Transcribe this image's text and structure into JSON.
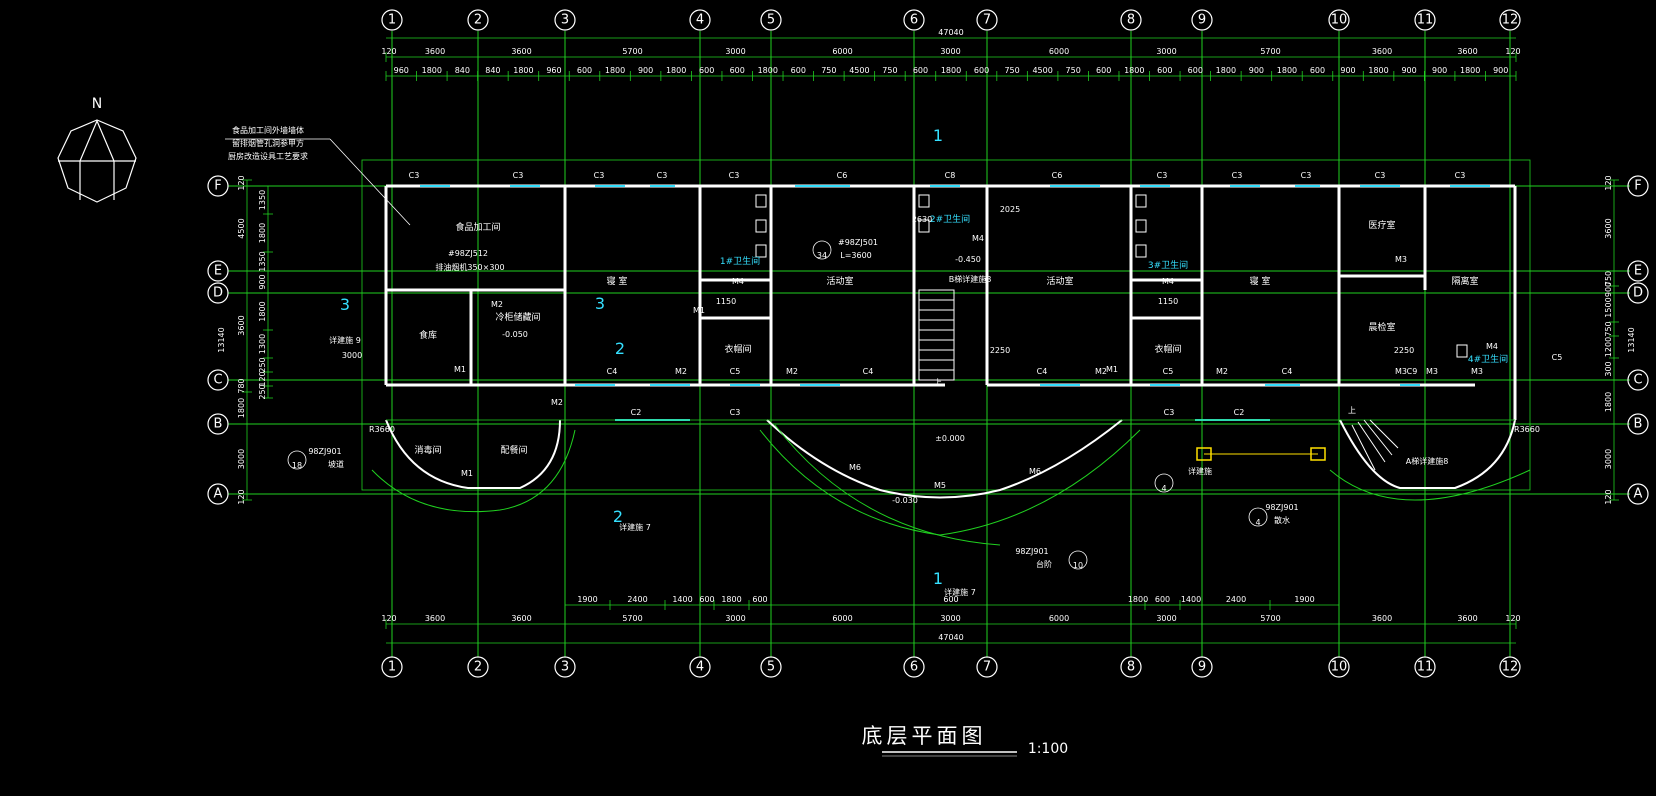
{
  "drawing": {
    "title": "底层平面图",
    "scale": "1:100",
    "north_label": "N",
    "total_dimension": "47040"
  },
  "axes": {
    "columns": [
      {
        "label": "1"
      },
      {
        "label": "2"
      },
      {
        "label": "3"
      },
      {
        "label": "4"
      },
      {
        "label": "5"
      },
      {
        "label": "6"
      },
      {
        "label": "7"
      },
      {
        "label": "8"
      },
      {
        "label": "9"
      },
      {
        "label": "10"
      },
      {
        "label": "11"
      },
      {
        "label": "12"
      }
    ],
    "rows": [
      {
        "label": "F"
      },
      {
        "label": "E"
      },
      {
        "label": "D"
      },
      {
        "label": "C"
      },
      {
        "label": "B"
      },
      {
        "label": "A"
      }
    ]
  },
  "dimensions": {
    "top_spans": [
      "120",
      "3600",
      "3600",
      "5700",
      "3000",
      "6000",
      "3000",
      "6000",
      "3000",
      "5700",
      "3600",
      "3600",
      "120"
    ],
    "top_details": [
      "960",
      "1800",
      "840",
      "840",
      "1800",
      "960",
      "600",
      "1800",
      "900",
      "1800",
      "600",
      "600",
      "1800",
      "600",
      "750",
      "4500",
      "750",
      "600",
      "1800",
      "600",
      "750",
      "4500",
      "750",
      "600",
      "1800",
      "600",
      "600",
      "1800",
      "900",
      "1800",
      "600",
      "900",
      "1800",
      "900",
      "900",
      "1800",
      "900"
    ],
    "bottom_spans": [
      "120",
      "3600",
      "3600",
      "5700",
      "3000",
      "6000",
      "3000",
      "6000",
      "3000",
      "5700",
      "3600",
      "3600",
      "120"
    ],
    "bottom_details": [
      "1900",
      "2400",
      "1400",
      "600",
      "1800",
      "600",
      "600",
      "1800",
      "600",
      "1400",
      "2400",
      "1900"
    ],
    "left_spans": [
      "120",
      "4500",
      "3600",
      "780",
      "1800",
      "3000",
      "120"
    ],
    "left_details": [
      "1350",
      "1800",
      "1350",
      "900",
      "1800",
      "1300",
      "250",
      "120",
      "250"
    ],
    "left_total": "13140",
    "right_spans": [
      "120",
      "3600",
      "750",
      "900",
      "1500",
      "750",
      "1200",
      "300",
      "1800",
      "3000",
      "120"
    ],
    "right_total": "13140"
  },
  "rooms": [
    {
      "label": "食品加工间"
    },
    {
      "label": "寝 室"
    },
    {
      "label": "活动室"
    },
    {
      "label": "活动室"
    },
    {
      "label": "寝 室"
    },
    {
      "label": "医疗室"
    },
    {
      "label": "隔离室"
    },
    {
      "label": "晨检室"
    },
    {
      "label": "食库"
    },
    {
      "label": "冷柜储藏间"
    },
    {
      "label": "衣帽间"
    },
    {
      "label": "衣帽间"
    },
    {
      "label": "消毒间"
    },
    {
      "label": "配餐间"
    },
    {
      "label": "1#卫生间"
    },
    {
      "label": "2#卫生间"
    },
    {
      "label": "3#卫生间"
    },
    {
      "label": "4#卫生间"
    }
  ],
  "openings": {
    "windows": [
      "C3",
      "C3",
      "C3",
      "C3",
      "C3",
      "C6",
      "C8",
      "C6",
      "C3",
      "C3",
      "C3",
      "C3",
      "C3",
      "C4",
      "C5",
      "C4",
      "C4",
      "C5",
      "C4",
      "C9",
      "C2",
      "C3",
      "C3",
      "C2",
      "C5"
    ],
    "doors": [
      "M1",
      "M2",
      "M2",
      "M1",
      "M2",
      "M2",
      "M1",
      "M4",
      "M4",
      "M4",
      "M4",
      "M2",
      "M2",
      "M3",
      "M3",
      "M3",
      "M3",
      "M5",
      "M6",
      "M6",
      "M1"
    ]
  },
  "annotations": {
    "kitchen_note": [
      "食品加工间外墙墙体",
      "留排烟管孔洞参甲方",
      "厨房改造设具工艺要求"
    ],
    "ref_98ZJ512": "#98ZJ512",
    "vent_size": "排油烟机350×300",
    "ref_98ZJ501": "#98ZJ501",
    "stair_length": "L=3600",
    "stair_detail_1": "B梯详建施8",
    "stair_detail_2": "A梯详建施8",
    "ramp_ref": "98ZJ901",
    "ramp_label": "坡道",
    "step_ref": "98ZJ901",
    "step_label": "台阶",
    "apron_ref": "98ZJ901",
    "apron_label": "散水",
    "detail_9": "详建施 9",
    "detail_7a": "详建施 7",
    "detail_7b": "详建施 7",
    "detail_4": "详建施",
    "datum_0": "±0.000",
    "datum_low": "-0.030",
    "datum_kitchen": "-0.050",
    "datum_stair": "-0.450",
    "radius_left": "R3660",
    "radius_right": "R3660",
    "up_left": "上",
    "up_right": "上",
    "dim_3000": "3000",
    "dim_1150_a": "1150",
    "dim_1150_b": "1150",
    "dim_2025": "2025",
    "dim_2630": "2630",
    "dim_2250_a": "2250",
    "dim_2250_b": "2250",
    "section_1": "1",
    "section_2": "2",
    "section_3": "3",
    "callout_34": "34",
    "callout_18": "18",
    "callout_10": "10",
    "callout_4": "4",
    "callout_1": "1",
    "callout_2": "2",
    "callout_3": "3"
  },
  "colors": {
    "axis_line": "#20d020",
    "wall": "#ffffff",
    "window": "#35e0ff",
    "grid_circle": "#ffffff",
    "text": "#ffffff",
    "accent_yellow": "#ffe000",
    "background": "#000000"
  }
}
